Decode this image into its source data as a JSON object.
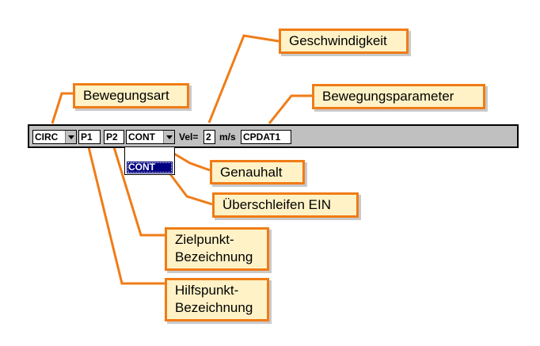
{
  "toolbar": {
    "motion_type": {
      "value": "CIRC"
    },
    "aux_point": "P1",
    "target_point": "P2",
    "approx": {
      "value": "CONT"
    },
    "vel_label": "Vel=",
    "vel_value": "2",
    "vel_unit": "m/s",
    "motion_params": "CPDAT1"
  },
  "dropdown": {
    "options": [
      {
        "label": ""
      },
      {
        "label": "CONT",
        "selected": true
      }
    ]
  },
  "callouts": {
    "geschwindigkeit": "Geschwindigkeit",
    "bewegungsart": "Bewegungsart",
    "bewegungsparameter": "Bewegungsparameter",
    "genauhalt": "Genauhalt",
    "ueberschleifen": "Überschleifen EIN",
    "zielpunkt": [
      "Zielpunkt-",
      "Bezeichnung"
    ],
    "hilfspunkt": [
      "Hilfspunkt-",
      "Bezeichnung"
    ]
  },
  "colors": {
    "callout_border": "#f07c17",
    "callout_fill": "#fff2c6",
    "toolbar_bg": "#c0c0c0",
    "selection": "#000080"
  }
}
